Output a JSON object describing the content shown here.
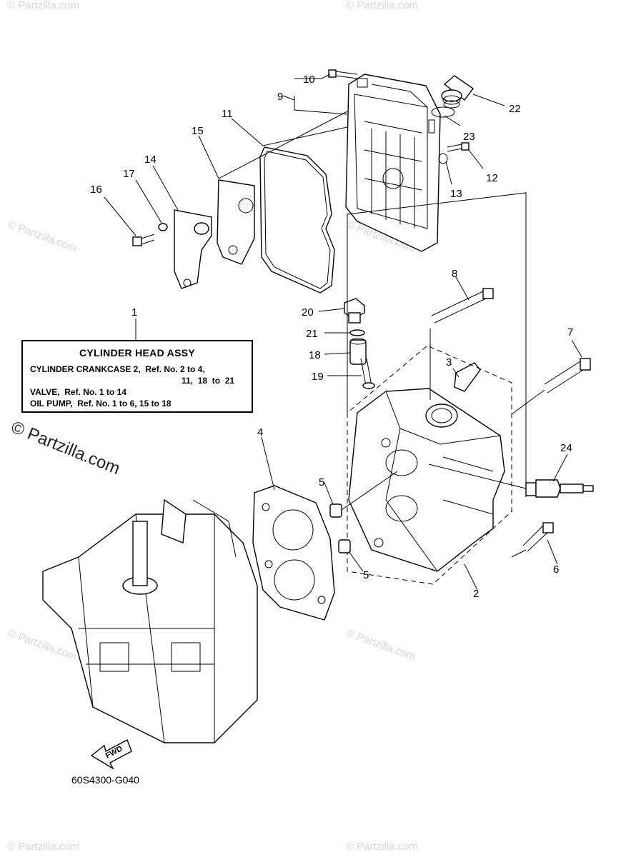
{
  "callouts": [
    "1",
    "2",
    "3",
    "4",
    "5",
    "5",
    "6",
    "7",
    "8",
    "9",
    "10",
    "11",
    "12",
    "13",
    "14",
    "15",
    "16",
    "17",
    "18",
    "19",
    "20",
    "21",
    "22",
    "23",
    "24"
  ],
  "assy_box": {
    "title": "CYLINDER HEAD ASSY",
    "lines": [
      "CYLINDER CRANKCASE 2,  Ref. No. 2 to 4,",
      "11,  18  to  21",
      "VALVE,  Ref. No. 1 to 14",
      "OIL PUMP,  Ref. No. 1 to 6, 15 to 18"
    ]
  },
  "fwd_label": "FWD",
  "diagram_code": "60S4300-G040",
  "watermark_small": "© Partzilla.com",
  "watermark_large": "© Partzilla.com",
  "icons": [
    "fwd-arrow-icon"
  ]
}
